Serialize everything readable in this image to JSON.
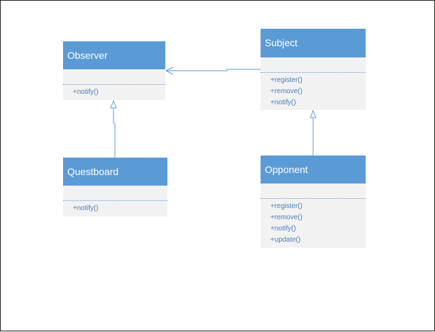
{
  "diagram": {
    "classes": {
      "observer": {
        "name": "Observer",
        "methods": [
          "+notify()"
        ]
      },
      "subject": {
        "name": "Subject",
        "methods": [
          "+register()",
          "+remove()",
          "+notify()"
        ]
      },
      "questboard": {
        "name": "Questboard",
        "methods": [
          "+notify()"
        ]
      },
      "opponent": {
        "name": "Opponent",
        "methods": [
          "+register()",
          "+remove()",
          "+notify()",
          "+update()"
        ]
      }
    },
    "relations": [
      {
        "from": "Subject",
        "to": "Observer",
        "type": "association"
      },
      {
        "from": "Questboard",
        "to": "Observer",
        "type": "generalization"
      },
      {
        "from": "Opponent",
        "to": "Subject",
        "type": "generalization"
      }
    ],
    "colors": {
      "class_header": "#5b9bd5",
      "class_body": "#f2f2f2",
      "method_text": "#4a7eba",
      "connector": "#5b9bd5"
    }
  }
}
